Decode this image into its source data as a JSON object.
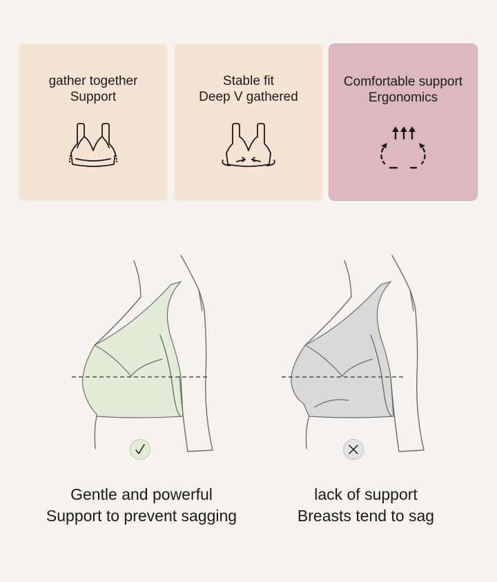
{
  "features": [
    {
      "line1": "gather together",
      "line2": "Support",
      "icon": "bra-outline-icon"
    },
    {
      "line1": "Stable fit",
      "line2": "Deep V gathered",
      "icon": "bra-wrap-arrows-icon"
    },
    {
      "line1": "Comfortable support",
      "line2": "Ergonomics",
      "icon": "lift-arrows-icon"
    }
  ],
  "comparison": {
    "left": {
      "line1": "Gentle and powerful",
      "line2": "Support to prevent sagging",
      "badge": "check-icon",
      "bra_color": "#e3ecd9"
    },
    "right": {
      "line1": "lack of support",
      "line2": "Breasts tend to sag",
      "badge": "cross-icon",
      "bra_color": "#d9d9d9"
    }
  }
}
